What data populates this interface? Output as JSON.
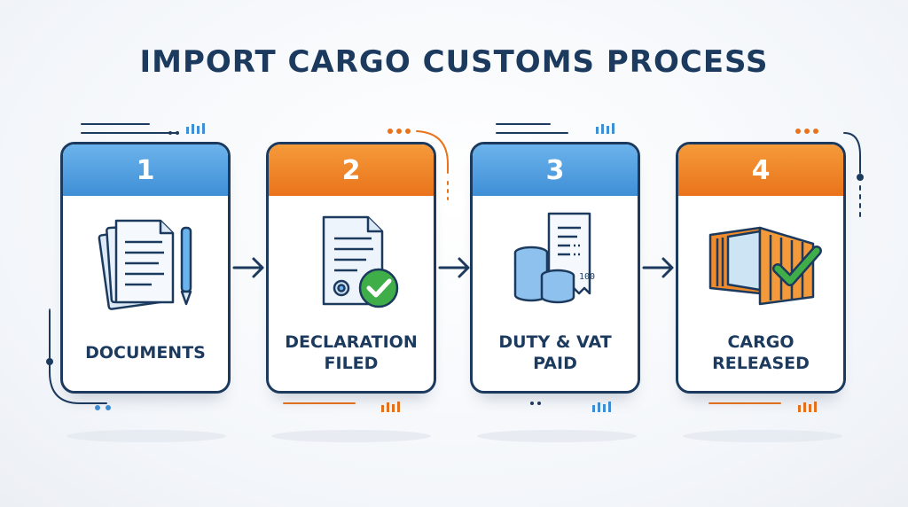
{
  "title": "IMPORT CARGO CUSTOMS PROCESS",
  "colors": {
    "navy": "#1c3a5e",
    "blue": "#3f8fd6",
    "orange": "#e9731b",
    "green": "#3fae49"
  },
  "steps": [
    {
      "number": "1",
      "label": "DOCUMENTS",
      "accent": "blue",
      "icon": "documents-pen-icon"
    },
    {
      "number": "2",
      "label": "DECLARATION\nFILED",
      "accent": "orange",
      "icon": "declaration-check-icon"
    },
    {
      "number": "3",
      "label": "DUTY & VAT\nPAID",
      "accent": "blue",
      "icon": "coins-receipt-icon",
      "receipt_amount": "100"
    },
    {
      "number": "4",
      "label": "CARGO\nRELEASED",
      "accent": "orange",
      "icon": "container-check-icon"
    }
  ]
}
